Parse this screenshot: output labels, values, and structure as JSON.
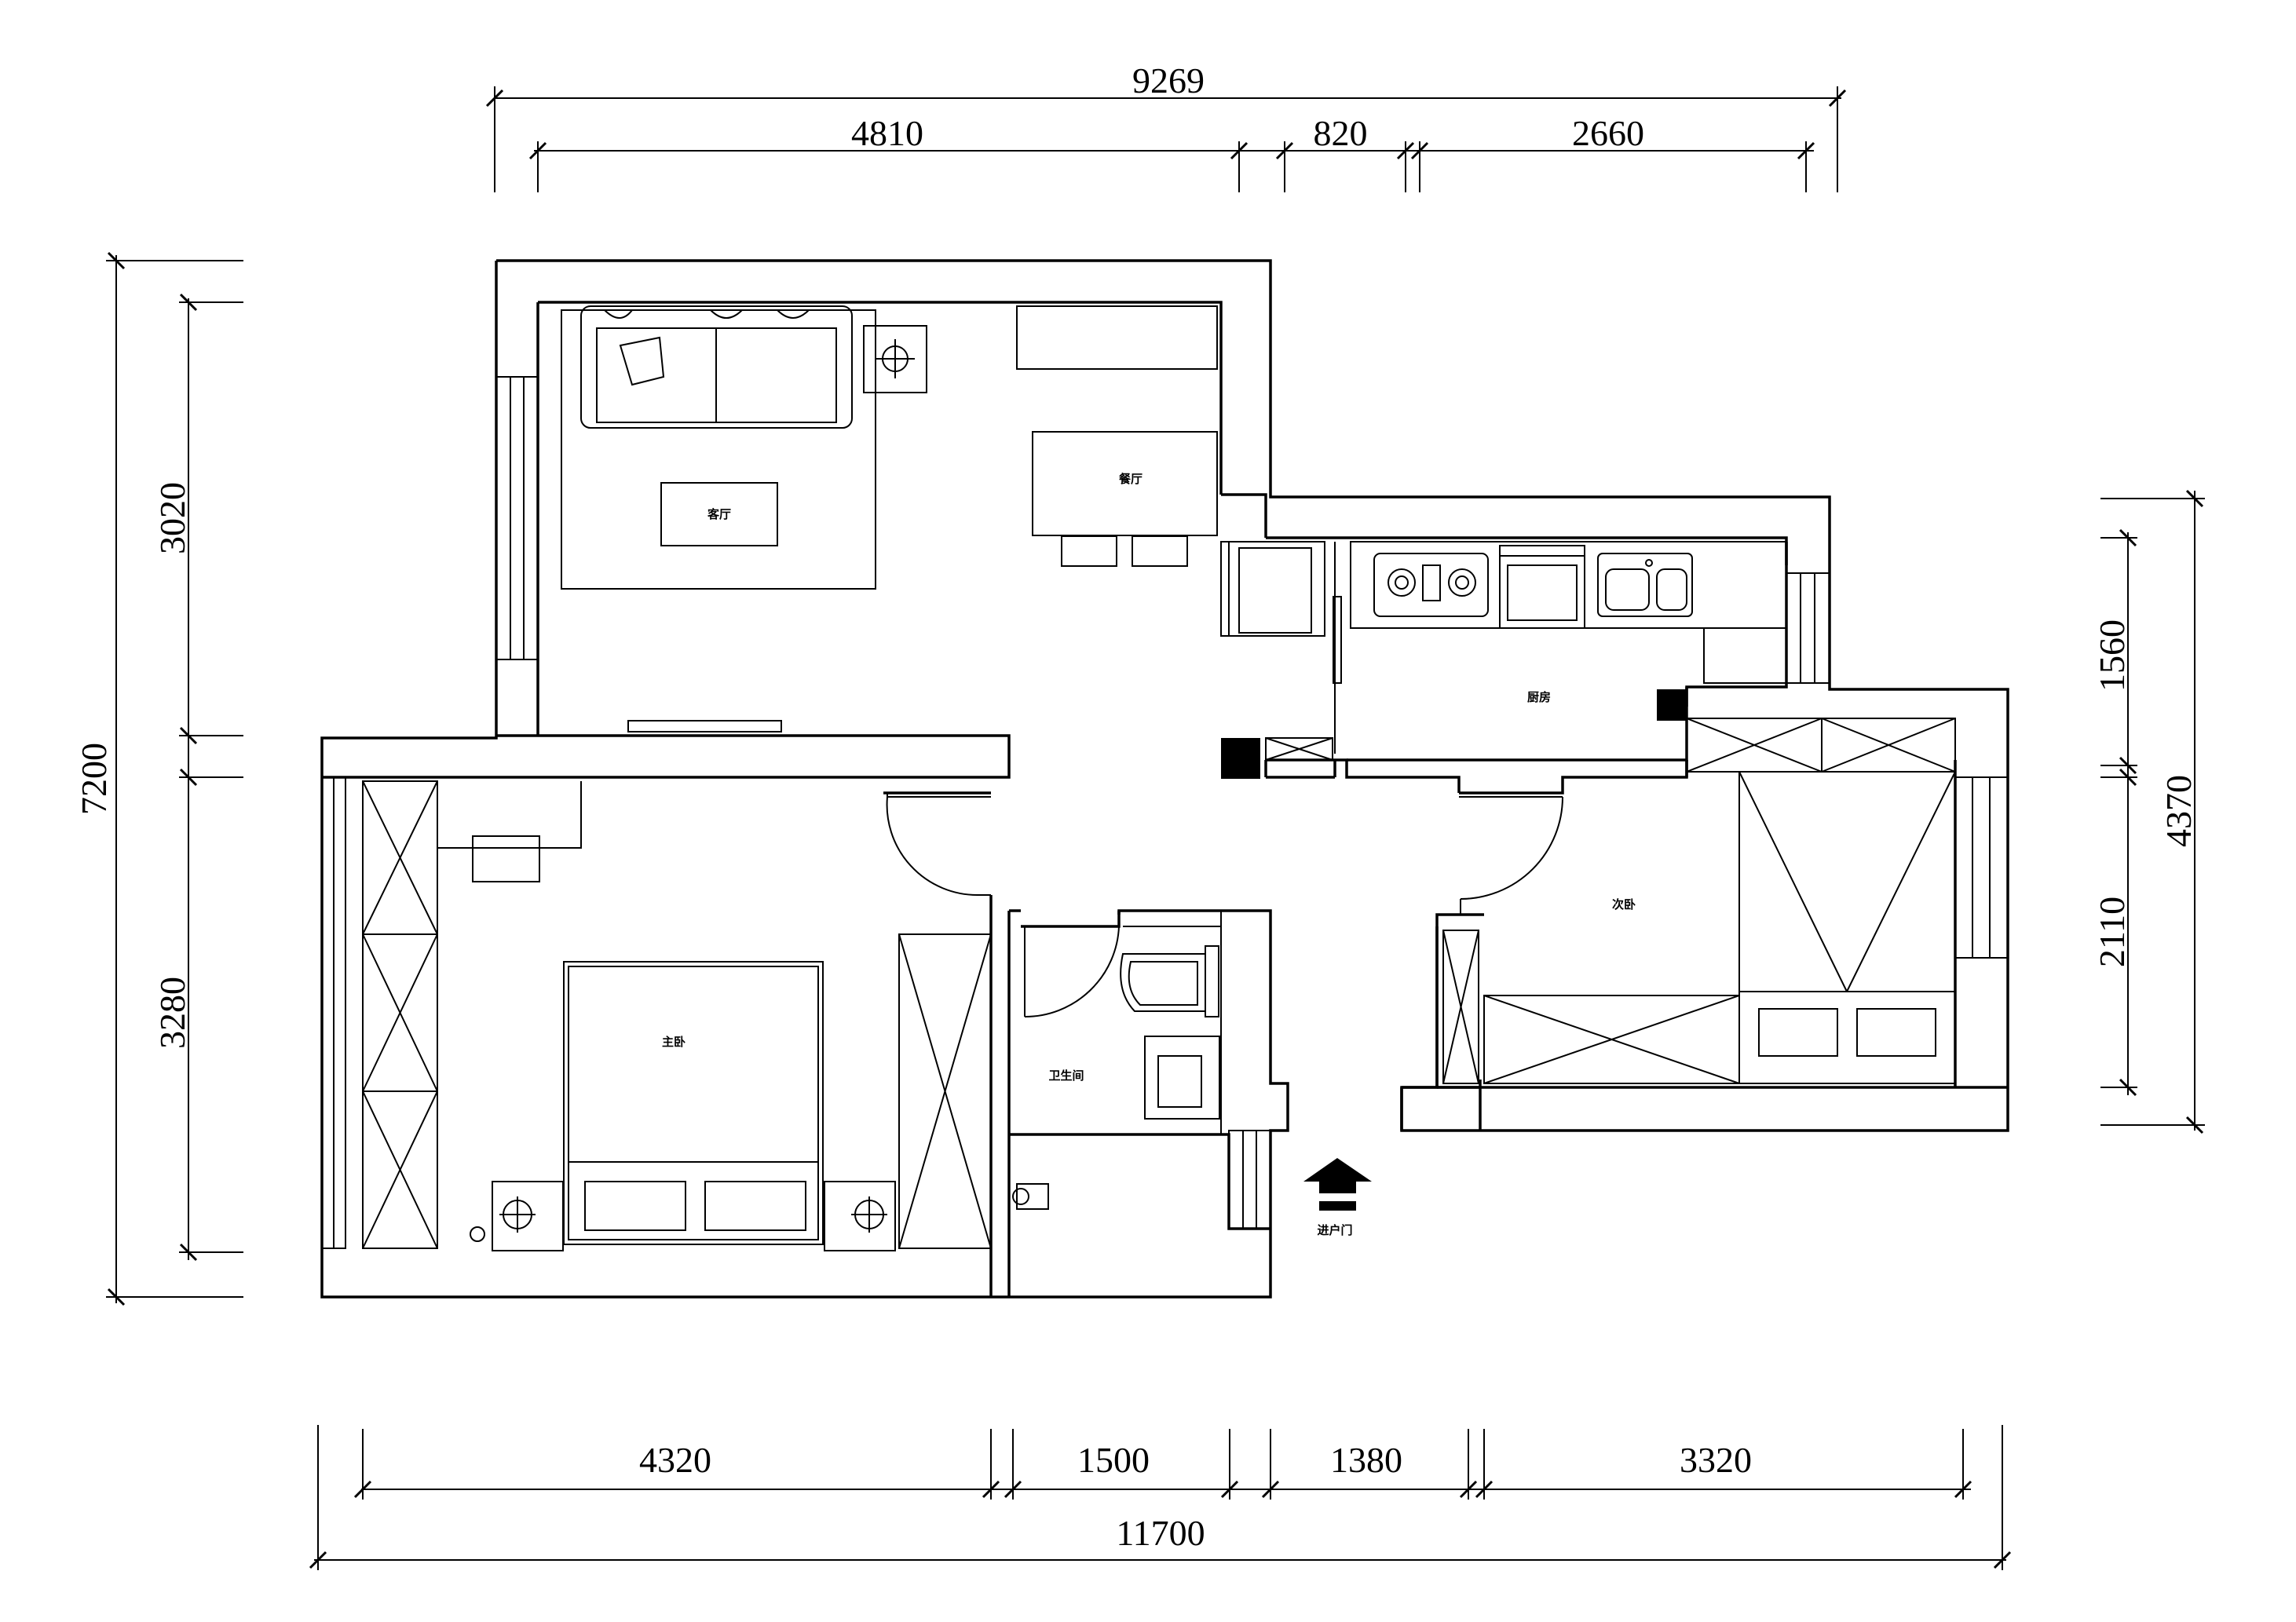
{
  "dimensions": {
    "top_total": "9269",
    "top_segments": [
      "4810",
      "820",
      "2660"
    ],
    "bottom_total": "11700",
    "bottom_segments": [
      "4320",
      "1500",
      "1380",
      "3320"
    ],
    "left_total": "7200",
    "left_segments": [
      "3020",
      "3280"
    ],
    "right_total": "4370",
    "right_segments": [
      "1560",
      "2110"
    ]
  },
  "rooms": {
    "living_room": "客厅",
    "dining_room": "餐厅",
    "kitchen": "厨房",
    "master_bedroom": "主卧",
    "bathroom": "卫生间",
    "second_bedroom": "次卧"
  },
  "entry": {
    "label": "进户门",
    "icon": "arrow-up-icon"
  }
}
